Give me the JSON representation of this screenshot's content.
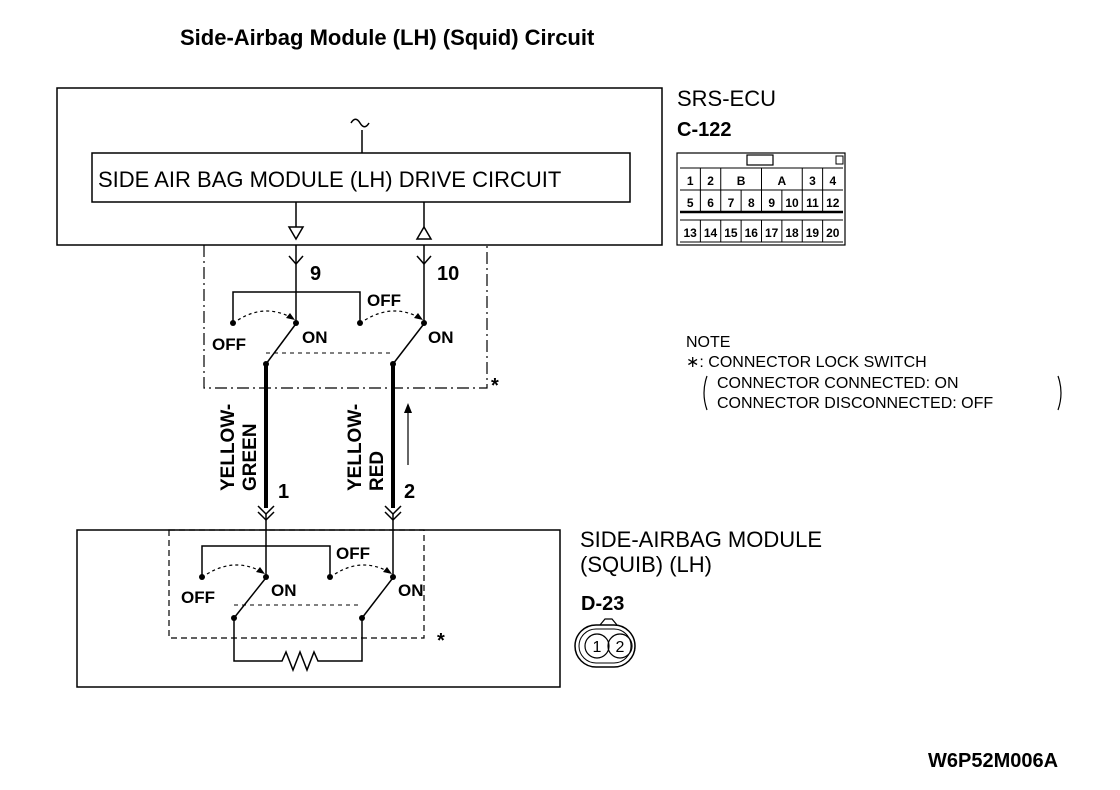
{
  "title": "Side-Airbag Module (LH) (Squid) Circuit",
  "ecu": {
    "name": "SRS-ECU",
    "connector": "C-122",
    "drive_circuit": "SIDE AIR BAG MODULE (LH) DRIVE CIRCUIT",
    "connector_face": {
      "row1": [
        "1",
        "2",
        "B",
        "A",
        "3",
        "4"
      ],
      "row2": [
        "5",
        "6",
        "7",
        "8",
        "9",
        "10",
        "11",
        "12"
      ],
      "row3": [
        "13",
        "14",
        "15",
        "16",
        "17",
        "18",
        "19",
        "20"
      ]
    }
  },
  "terminals": {
    "ecu_left": "9",
    "ecu_right": "10",
    "module_left": "1",
    "module_right": "2"
  },
  "wires": {
    "left": {
      "line1": "YELLOW-",
      "line2": "GREEN"
    },
    "right": {
      "line1": "YELLOW-",
      "line2": "RED"
    }
  },
  "switch_labels": {
    "on": "ON",
    "off": "OFF",
    "asterisk": "*"
  },
  "module": {
    "name_line1": "SIDE-AIRBAG MODULE",
    "name_line2": "(SQUIB) (LH)",
    "connector": "D-23",
    "pins": [
      "1",
      "2"
    ]
  },
  "note": {
    "heading": "NOTE",
    "line1": "∗: CONNECTOR LOCK SWITCH",
    "line2": "CONNECTOR CONNECTED: ON",
    "line3": "CONNECTOR DISCONNECTED: OFF"
  },
  "figure_id": "W6P52M006A"
}
